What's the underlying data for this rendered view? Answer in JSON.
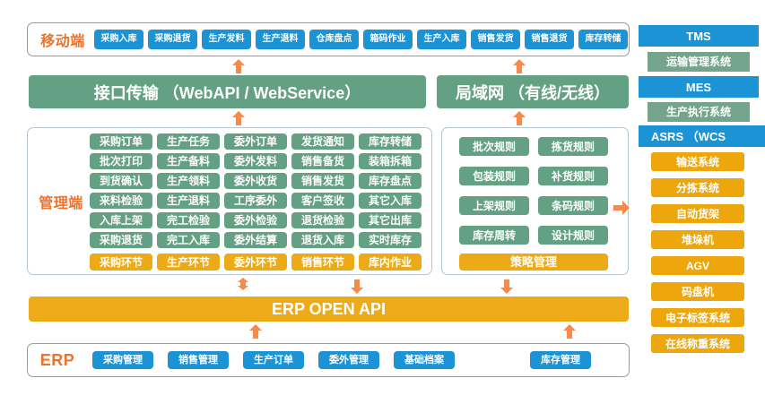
{
  "colors": {
    "blue": "#1b93d4",
    "green": "#63a084",
    "green_light": "#74a58c",
    "amber": "#edaa17",
    "amber_solid": "#eda70d",
    "orange_text": "#f0722a",
    "arrow": "#f58a4b",
    "frame_border": "#9b9b9b"
  },
  "mobile_row": {
    "label": "移动端",
    "items": [
      "采购入库",
      "采购退货",
      "生产发料",
      "生产退料",
      "仓库盘点",
      "箱码作业",
      "生产入库",
      "销售发货",
      "销售退货",
      "库存转储"
    ]
  },
  "transport_row": {
    "interface": "接口传输 （WebAPI / WebService）",
    "lan": "局域网 （有线/无线）"
  },
  "management": {
    "label": "管理端",
    "columns": [
      {
        "footer": "采购环节",
        "items": [
          "采购订单",
          "批次打印",
          "到货确认",
          "来料检验",
          "入库上架",
          "采购退货"
        ]
      },
      {
        "footer": "生产环节",
        "items": [
          "生产任务",
          "生产备料",
          "生产领料",
          "生产退料",
          "完工检验",
          "完工入库"
        ]
      },
      {
        "footer": "委外环节",
        "items": [
          "委外订单",
          "委外发料",
          "委外收货",
          "工序委外",
          "委外检验",
          "委外结算"
        ]
      },
      {
        "footer": "销售环节",
        "items": [
          "发货通知",
          "销售备货",
          "销售发货",
          "客户签收",
          "退货检验",
          "退货入库"
        ]
      },
      {
        "footer": "库内作业",
        "items": [
          "库存转储",
          "装箱拆箱",
          "库存盘点",
          "其它入库",
          "其它出库",
          "实时库存"
        ]
      }
    ]
  },
  "strategy": {
    "footer": "策略管理",
    "columns": [
      {
        "items": [
          "批次规则",
          "包装规则",
          "上架规则",
          "库存周转"
        ]
      },
      {
        "items": [
          "拣货规则",
          "补货规则",
          "条码规则",
          "设计规则"
        ]
      }
    ]
  },
  "open_api": {
    "label": "ERP  OPEN API"
  },
  "erp_row": {
    "label": "ERP",
    "items": [
      "采购管理",
      "销售管理",
      "生产订单",
      "委外管理",
      "基础档案"
    ],
    "trailing_item": "库存管理"
  },
  "sidebar": {
    "groups": [
      {
        "header": "TMS",
        "sub": "运输管理系统"
      },
      {
        "header": "MES",
        "sub": "生产执行系统"
      }
    ],
    "asrs": {
      "header": "ASRS  （WCS",
      "items": [
        "输送系统",
        "分拣系统",
        "自动货架",
        "堆垛机",
        "AGV",
        "码盘机",
        "电子标签系统",
        "在线称重系统"
      ]
    }
  }
}
